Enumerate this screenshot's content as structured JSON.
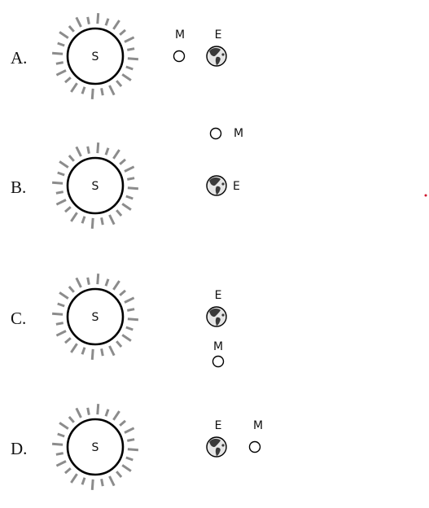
{
  "options": [
    {
      "letter": "A.",
      "sun_label": "S",
      "moon_label": "M",
      "earth_label": "E"
    },
    {
      "letter": "B.",
      "sun_label": "S",
      "moon_label": "M",
      "earth_label": "E"
    },
    {
      "letter": "C.",
      "sun_label": "S",
      "moon_label": "M",
      "earth_label": "E"
    },
    {
      "letter": "D.",
      "sun_label": "S",
      "moon_label": "M",
      "earth_label": "E"
    }
  ],
  "colors": {
    "rays": "#8c8c8c",
    "outline": "#000000",
    "earth_land": "#3b3b3b",
    "stray_dot": "#d0142c"
  }
}
